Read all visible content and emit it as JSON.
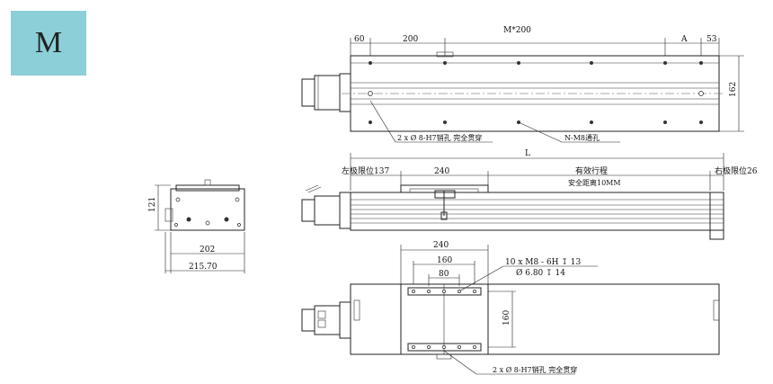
{
  "badge": {
    "letter": "M",
    "color": "#8ccfd9"
  },
  "top_view": {
    "dim_60": "60",
    "dim_200": "200",
    "dim_m200": "M*200",
    "dim_a": "A",
    "dim_53": "53",
    "dim_162": "162",
    "pin_note": "2 x Ø 8-H7销孔 完全贯穿",
    "hole_note": "N-M8通孔"
  },
  "side_view": {
    "dim_l": "L",
    "left_limit": "左极限位137",
    "dim_240": "240",
    "stroke": "有效行程",
    "safety": "安全距离10MM",
    "right_limit": "右极限位26"
  },
  "end_view": {
    "dim_121": "121",
    "dim_202": "202",
    "dim_215": "215.70"
  },
  "bottom_view": {
    "dim_240": "240",
    "dim_160_h": "160",
    "dim_80": "80",
    "thread_note": "10 x  M8 - 6H ↧ 13",
    "drill_note": "Ø 6.80 ↧ 14",
    "dim_160_v": "160",
    "pin_note": "2 x Ø 8-H7销孔 完全贯穿"
  }
}
